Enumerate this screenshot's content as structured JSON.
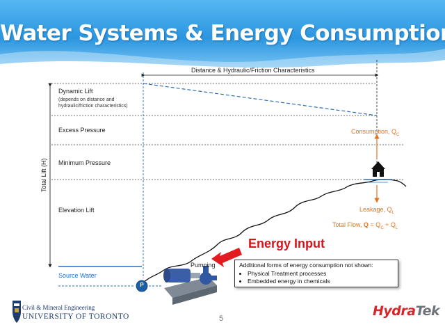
{
  "slide": {
    "title": "Water Systems & Energy Consumption",
    "page_number": "5"
  },
  "diagram": {
    "top_dimension_label": "Distance & Hydraulic/Friction Characteristics",
    "vertical_axis_label": "Total Lift (H)",
    "zones": {
      "dynamic_lift": "Dynamic Lift",
      "dynamic_lift_note_1": "(depends on distance and",
      "dynamic_lift_note_2": "hydraulic/friction characteristics)",
      "excess_pressure": "Excess Pressure",
      "minimum_pressure": "Minimum Pressure",
      "elevation_lift": "Elevation Lift"
    },
    "source_water": "Source Water",
    "pump_symbol": "P",
    "pumping": "Pumping",
    "consumption": {
      "text": "Consumption, Q",
      "sub": "C"
    },
    "leakage": {
      "text": "Leakage, Q",
      "sub": "L"
    },
    "total_flow": {
      "prefix": "Total Flow, ",
      "q": "Q",
      "eq": " = Q",
      "sub_c": "C",
      "plus": " + Q",
      "sub_l": "L"
    },
    "energy_input": "Energy Input",
    "callout": {
      "heading": "Additional forms of energy consumption not shown:",
      "items": [
        "Physical Treatment processes",
        "Embedded energy in chemicals"
      ]
    }
  },
  "footer": {
    "department": "Civil & Mineral Engineering",
    "university": "UNIVERSITY OF TORONTO",
    "logo_part1": "Hydra",
    "logo_part2": "Tek"
  },
  "colors": {
    "header_blue": "#2f9be3",
    "energy_red": "#d2161b",
    "orange": "#e8731d",
    "source_blue": "#1a72c9",
    "logo_red": "#d7262a",
    "logo_gray": "#6f7378"
  }
}
